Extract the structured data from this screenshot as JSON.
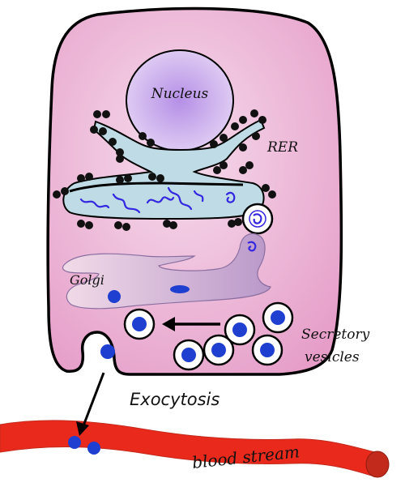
{
  "labels": {
    "nucleus": "Nucleus",
    "rer": "RER",
    "golgi": "Golgi",
    "secretory_line1": "Secretory",
    "secretory_line2": "vesicles",
    "exocytosis": "Exocytosis",
    "blood_stream": "blood stream"
  },
  "colors": {
    "cell_fill": "#e9a9cf",
    "nucleus_fill": "#c9a9ec",
    "rer_fill": "#bfdbe6",
    "golgi_fill": "#ccb0d6",
    "vesicle_core": "#1f3fd0",
    "protein": "#3326e0",
    "ribosome": "#111111",
    "blood": "#e8291c",
    "blood_end": "#c22a1c"
  }
}
